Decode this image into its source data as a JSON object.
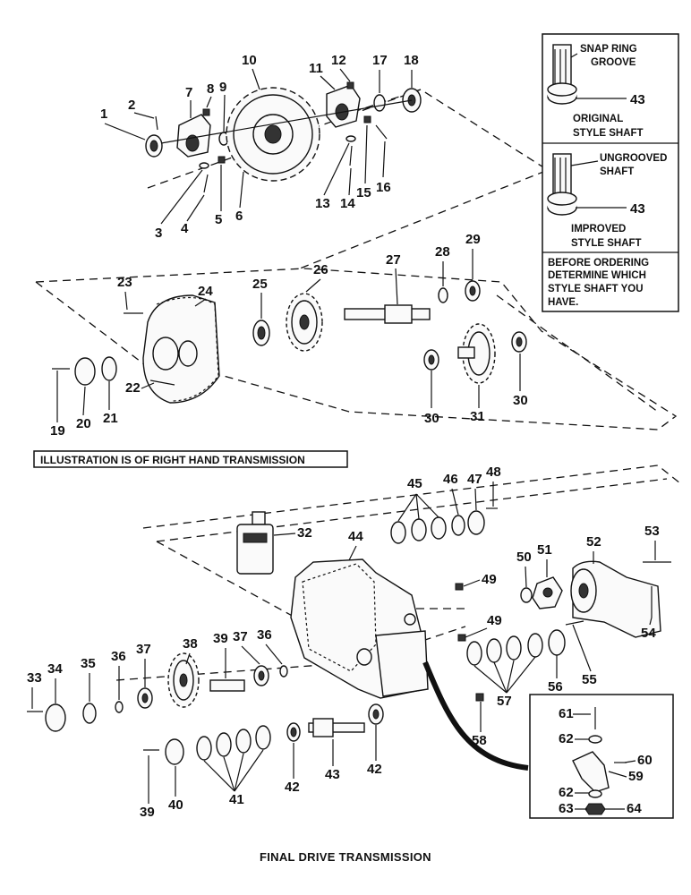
{
  "title": "FINAL DRIVE TRANSMISSION",
  "note": "ILLUSTRATION IS OF RIGHT HAND TRANSMISSION",
  "inset": {
    "original_callout": "SNAP RING GROOVE",
    "original_caption": "ORIGINAL STYLE SHAFT",
    "improved_callout": "UNGROOVED SHAFT",
    "improved_caption": "IMPROVED STYLE SHAFT",
    "part_number": "43",
    "ordering_note": "BEFORE ORDERING DETERMINE WHICH STYLE SHAFT YOU HAVE."
  },
  "labels": [
    "1",
    "2",
    "3",
    "4",
    "5",
    "6",
    "7",
    "8",
    "9",
    "10",
    "11",
    "12",
    "13",
    "14",
    "15",
    "16",
    "17",
    "18",
    "19",
    "20",
    "21",
    "22",
    "23",
    "24",
    "25",
    "26",
    "27",
    "28",
    "29",
    "30",
    "31",
    "32",
    "33",
    "34",
    "35",
    "36",
    "37",
    "38",
    "39",
    "40",
    "41",
    "42",
    "43",
    "44",
    "45",
    "46",
    "47",
    "48",
    "49",
    "50",
    "51",
    "52",
    "53",
    "54",
    "55",
    "56",
    "57",
    "58",
    "59",
    "60",
    "61",
    "62",
    "63",
    "64"
  ]
}
